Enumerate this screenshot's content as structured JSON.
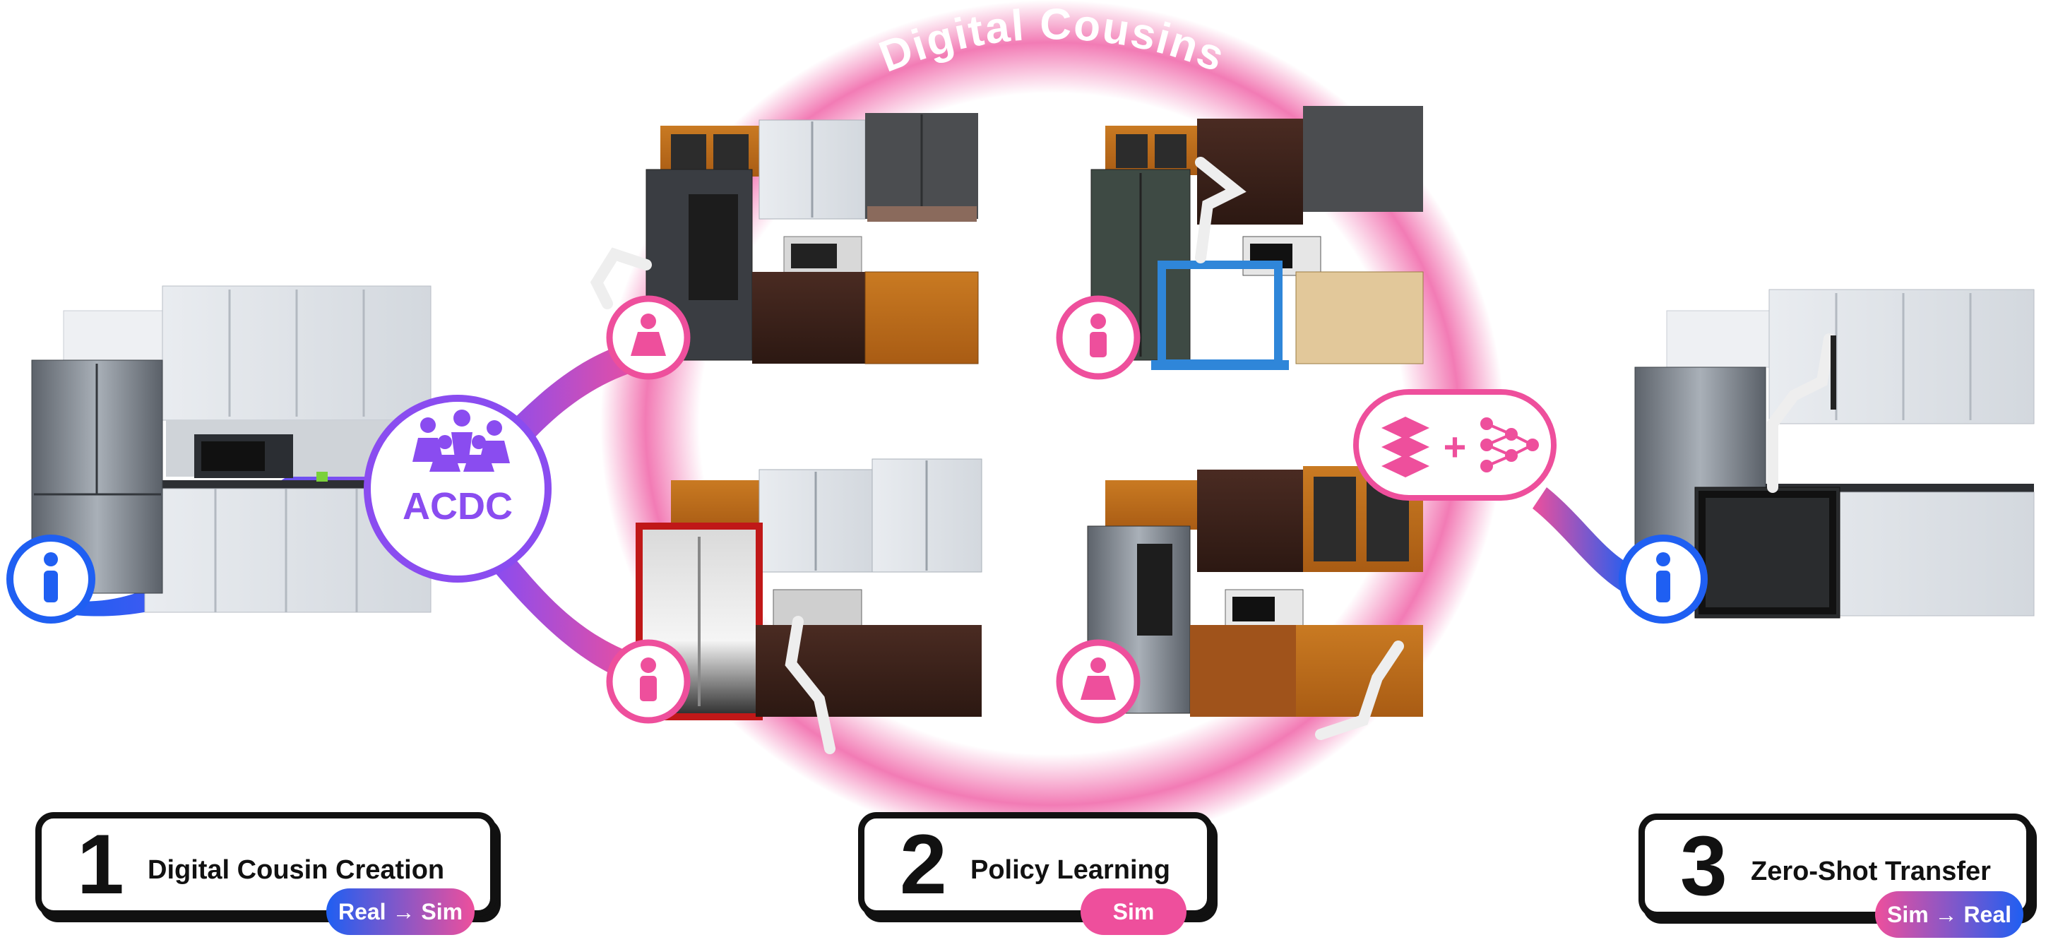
{
  "ring_title": "Digital Cousins",
  "acdc_label": "ACDC",
  "plus_symbol": "+",
  "icons": {
    "real_scene": "info-icon",
    "cousin_scene": "person-icon",
    "acdc": "people-group-icon",
    "policy": "layers-icon",
    "network": "neural-network-icon"
  },
  "colors": {
    "pink": "#ee4f9c",
    "purple": "#8a4cf0",
    "blue": "#1f5ff2"
  },
  "steps": [
    {
      "number": "1",
      "title": "Digital Cousin Creation",
      "tag": "Real → Sim"
    },
    {
      "number": "2",
      "title": "Policy Learning",
      "tag": "Sim"
    },
    {
      "number": "3",
      "title": "Zero-Shot Transfer",
      "tag": "Sim → Real"
    }
  ]
}
